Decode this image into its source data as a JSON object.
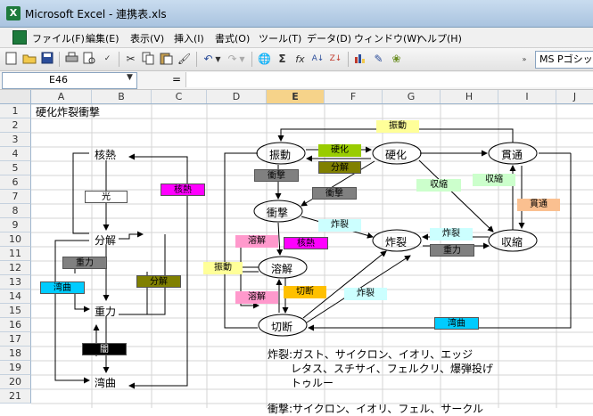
{
  "window": {
    "title": "Microsoft Excel - 連携表.xls",
    "app_icon_letter": "X"
  },
  "menu": [
    "ファイル(F)",
    "編集(E)",
    "表示(V)",
    "挿入(I)",
    "書式(O)",
    "ツール(T)",
    "データ(D)",
    "ウィンドウ(W)",
    "ヘルプ(H)"
  ],
  "toolbar": {
    "font_name": "MS Pゴシック",
    "sigma": "Σ",
    "fx": "fx"
  },
  "formula_bar": {
    "name_box": "E46",
    "equals": "="
  },
  "columns": [
    "A",
    "B",
    "C",
    "D",
    "E",
    "F",
    "G",
    "H",
    "I",
    "J"
  ],
  "selected_column": "E",
  "rows": [
    "1",
    "2",
    "3",
    "4",
    "5",
    "6",
    "7",
    "8",
    "9",
    "10",
    "11",
    "12",
    "13",
    "14",
    "15",
    "16",
    "17",
    "18",
    "19",
    "20",
    "21"
  ],
  "cells": {
    "a1": "硬化炸裂衝撃",
    "notes_line1": "炸裂:ガスト、サイクロン、イオリ、エッジ",
    "notes_line2": "レタス、スチサイ、フェルクリ、爆弾投げ",
    "notes_line3": "トゥルー",
    "notes_line4": "衝撃:サイクロン、イオリ、フェル、サークル"
  },
  "left_diagram": {
    "nodes": {
      "kakunetsu": "核熱",
      "bunkai": "分解",
      "juryoku": "重力",
      "wankyoku": "湾曲"
    },
    "labels": {
      "hikari": "光",
      "kakunetsu": "核熱",
      "juryoku": "重力",
      "wankyoku": "湾曲",
      "bunkai": "分解",
      "yami": "闇"
    }
  },
  "right_diagram": {
    "nodes": {
      "shindo": "振動",
      "koka": "硬化",
      "kantsu": "貫通",
      "shogeki": "衝撃",
      "sakuretsu": "炸裂",
      "shushuku": "収縮",
      "yokai": "溶解",
      "setsudan": "切断"
    },
    "labels": {
      "shindo_top": "振動",
      "koka": "硬化",
      "bunkai": "分解",
      "shogeki1": "衝撃",
      "shogeki2": "衝撃",
      "shushuku1": "収縮",
      "shushuku2": "収縮",
      "kantsu": "貫通",
      "sakuretsu1": "炸裂",
      "sakuretsu2": "炸裂",
      "sakuretsu3": "炸裂",
      "yokai1": "溶解",
      "yokai2": "溶解",
      "kakunetsu": "核熱",
      "juryoku": "重力",
      "shindo_left": "振動",
      "setsudan": "切断",
      "wankyoku": "湾曲"
    }
  },
  "colors": {
    "light_yellow": "#ffff99",
    "light_green_lime": "#99cc00",
    "olive_gray": "#808000",
    "gray": "#808080",
    "pale_green": "#ccffcc",
    "peach": "#fac090",
    "light_blue": "#ccffff",
    "pink": "#ff99cc",
    "magenta": "#ff00ff",
    "gold": "#ffc000",
    "cyan": "#00ccff",
    "black": "#000000"
  }
}
